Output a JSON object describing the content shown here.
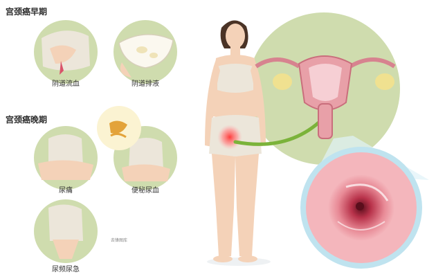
{
  "sections": {
    "early": {
      "heading": "宫颈癌早期",
      "symptoms": [
        {
          "label": "阴道流血",
          "icon": "vaginal-bleeding-illustration"
        },
        {
          "label": "阴道排液",
          "icon": "vaginal-discharge-pad-illustration"
        }
      ]
    },
    "late": {
      "heading": "宫颈癌晚期",
      "symptoms": [
        {
          "label": "尿痛",
          "icon": "painful-urination-illustration"
        },
        {
          "label": "便秘尿血",
          "icon": "constipation-hematuria-illustration"
        },
        {
          "label": "尿频尿急",
          "icon": "urinary-frequency-illustration"
        }
      ]
    }
  },
  "watermark": "去锋图库",
  "colors": {
    "circle_bg": "#cfdcae",
    "skin": "#f4d2b8",
    "underwear": "#ece6da",
    "uterus": "#e8a0a8",
    "cervix_lesion": "#d9536a",
    "arrow": "#7bb33a",
    "magnifier_ring": "#bfe3ef"
  },
  "main_figure": {
    "icon": "woman-figure-illustration"
  },
  "anatomy": {
    "icon": "uterus-anatomy-illustration"
  },
  "magnified_view": {
    "icon": "cervix-lesion-magnified-illustration"
  }
}
